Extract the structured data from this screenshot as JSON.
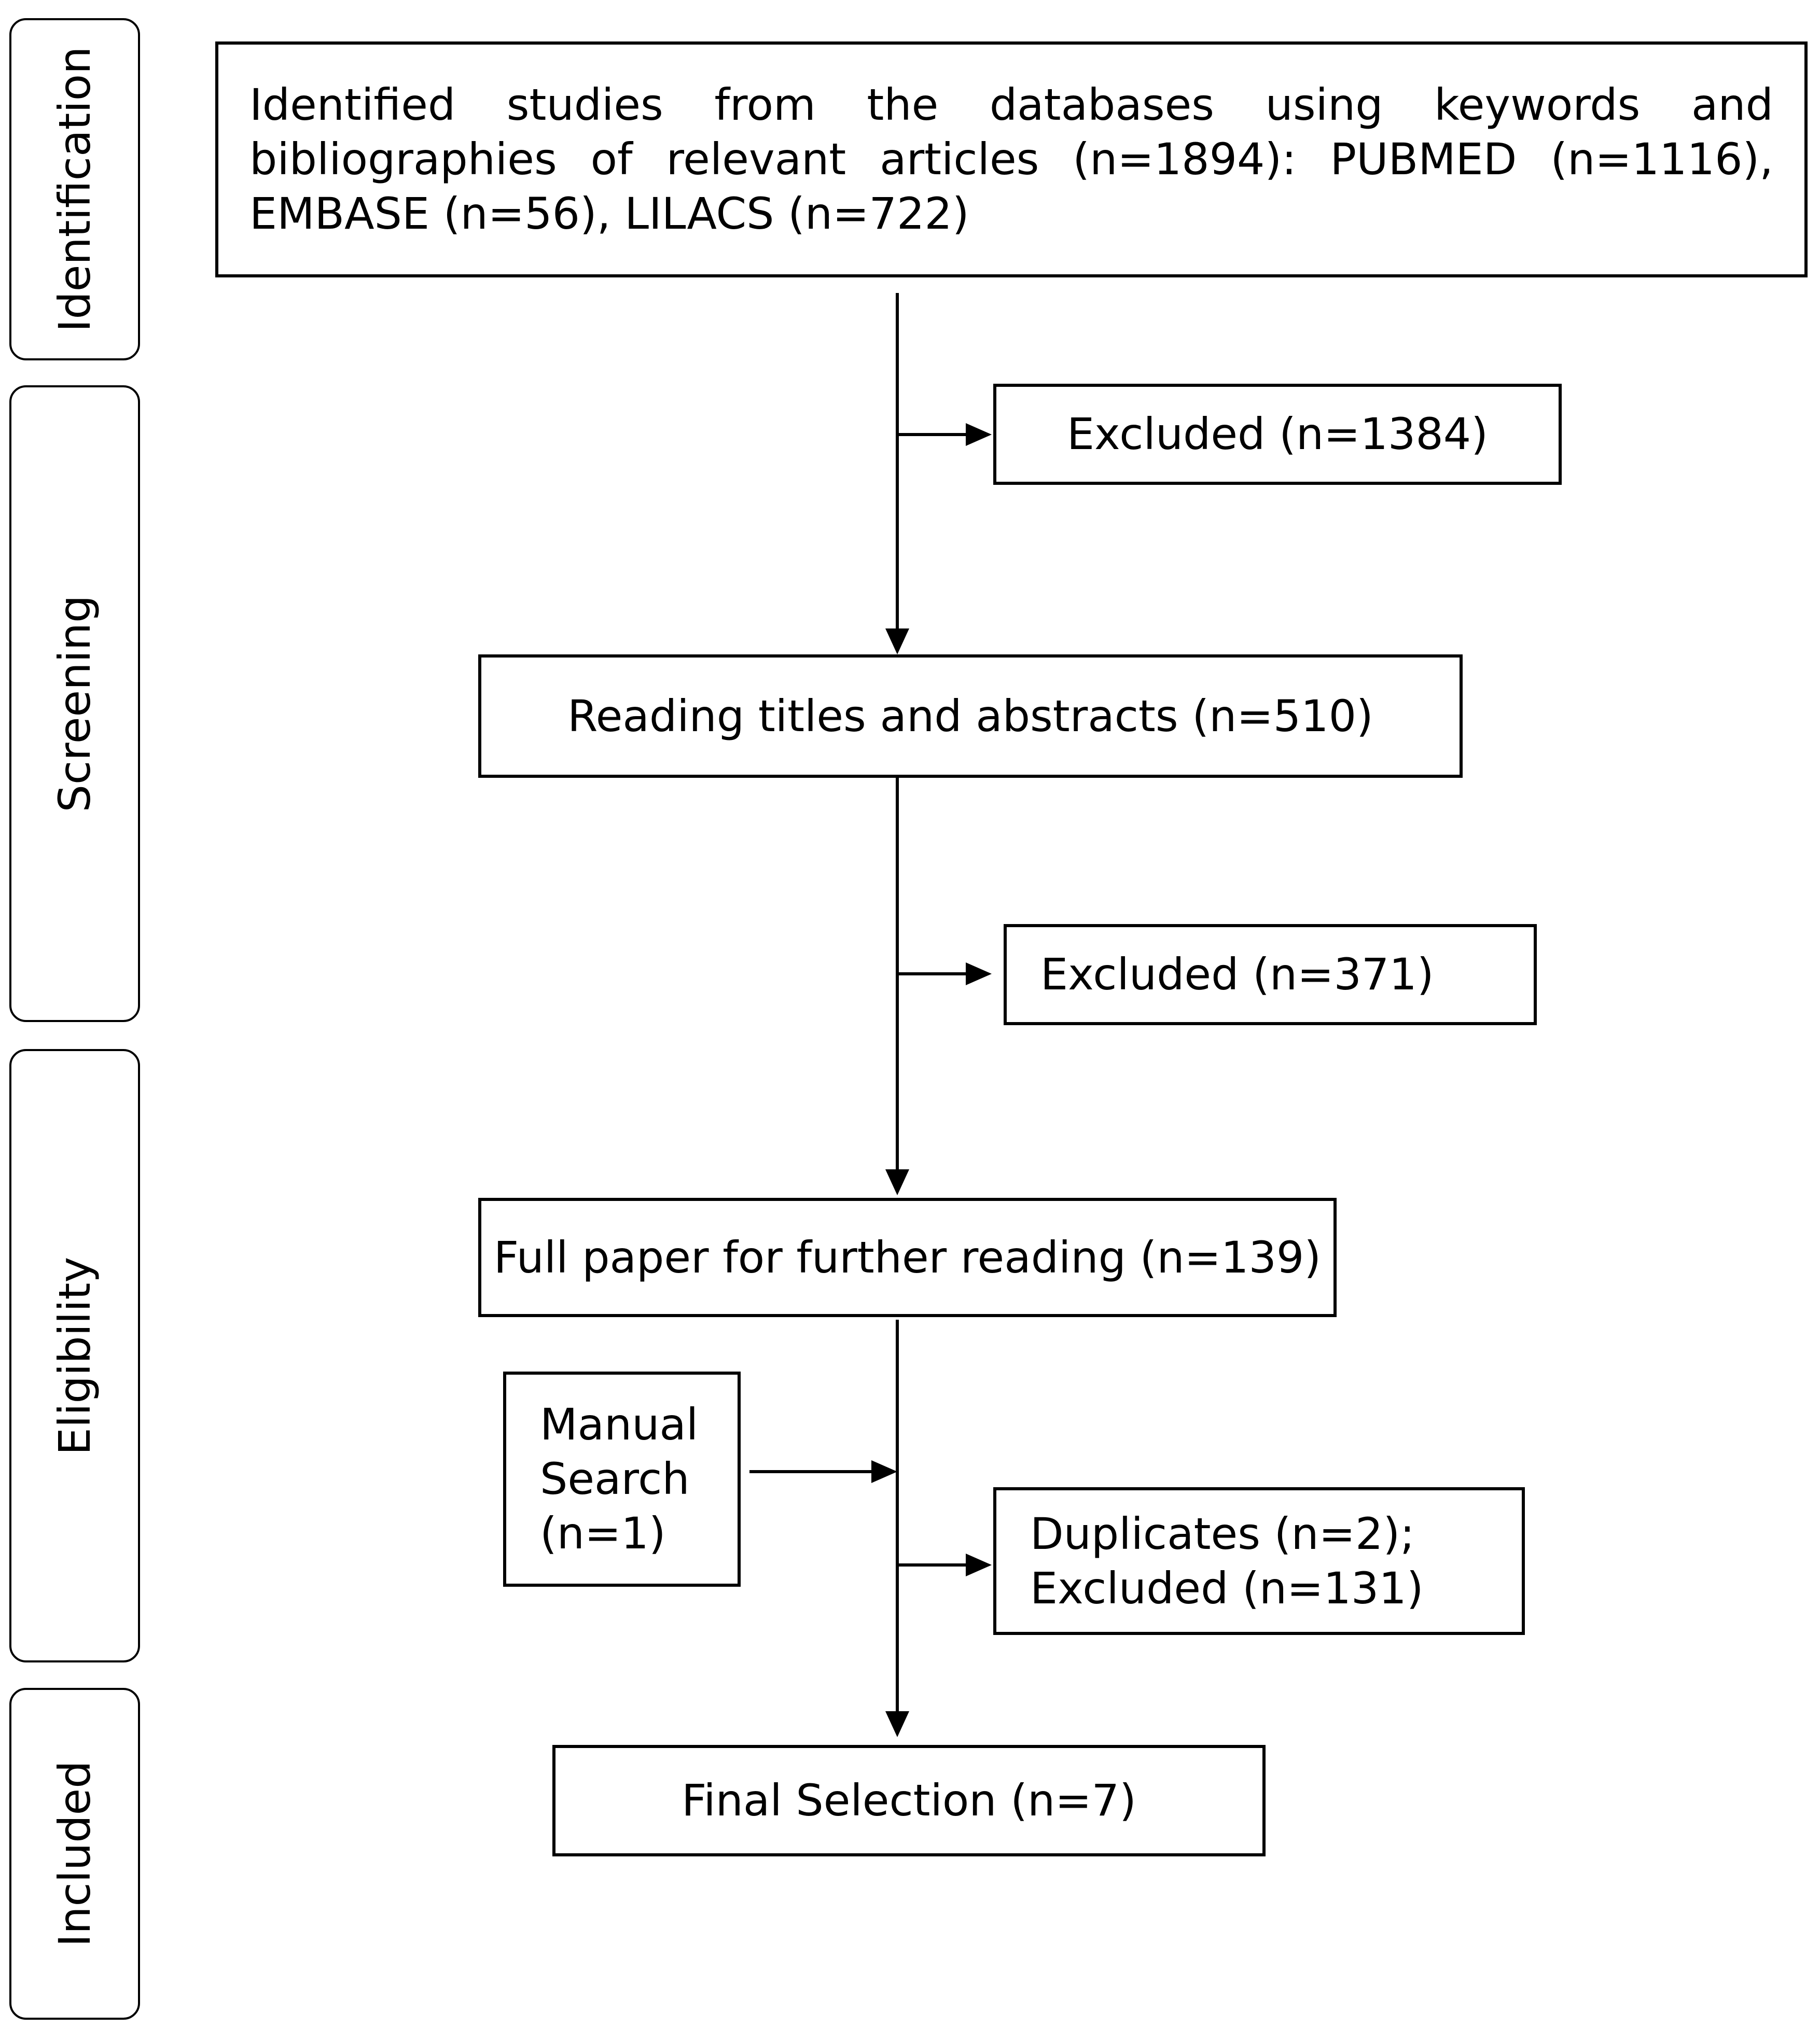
{
  "stages": {
    "identification": "Identification",
    "screening": "Screening",
    "eligibility": "Eligibility",
    "included": "Included"
  },
  "boxes": {
    "identified": "Identified studies from the databases using keywords and bibliographies of relevant articles (n=1894): PUBMED (n=1116), EMBASE (n=56), LILACS (n=722)",
    "excluded_1": "Excluded (n=1384)",
    "reading_titles": "Reading titles and abstracts (n=510)",
    "excluded_2": "Excluded (n=371)",
    "full_paper": "Full paper for further reading (n=139)",
    "manual_search_line1": "Manual",
    "manual_search_line2": "Search",
    "manual_search_line3": "(n=1)",
    "duplicates_line1": "Duplicates (n=2);",
    "duplicates_line2": "Excluded (n=131)",
    "final_selection": "Final Selection (n=7)"
  }
}
